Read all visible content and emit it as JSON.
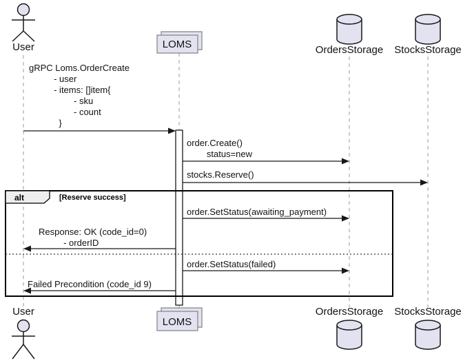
{
  "participants": {
    "user": {
      "name": "User",
      "type": "actor"
    },
    "loms": {
      "name": "LOMS",
      "type": "collections"
    },
    "orders_storage": {
      "name": "OrdersStorage",
      "type": "database"
    },
    "stocks_storage": {
      "name": "StocksStorage",
      "type": "database"
    }
  },
  "messages": {
    "order_create_request": "gRPC Loms.OrderCreate\n          - user\n          - items: []item{\n                  - sku\n                  - count\n            }",
    "order_create_db": "order.Create()\n        status=new",
    "stocks_reserve": "stocks.Reserve()",
    "set_status_awaiting": "order.SetStatus(awaiting_payment)",
    "response_ok": "Response: OK (code_id=0)\n          - orderID",
    "set_status_failed": "order.SetStatus(failed)",
    "failed_precondition": "Failed Precondition (code_id 9)"
  },
  "alt_frame": {
    "operator": "alt",
    "guard": "[Reserve success]"
  },
  "colors": {
    "participant_fill": "#E2E2F0",
    "frame_label_fill": "#EEEEEE",
    "line": "#181818",
    "lifeline": "#999999"
  }
}
